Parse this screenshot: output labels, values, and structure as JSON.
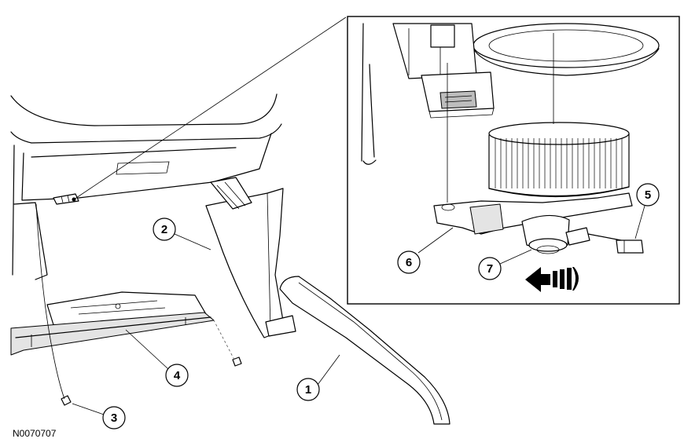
{
  "figure_id": "N0070707",
  "callouts": [
    "1",
    "2",
    "3",
    "4",
    "5",
    "6",
    "7"
  ],
  "colors": {
    "line": "#000000",
    "background": "#ffffff",
    "arrow": "#000000"
  },
  "icons": [
    "rotation-direction-arrow-icon"
  ]
}
